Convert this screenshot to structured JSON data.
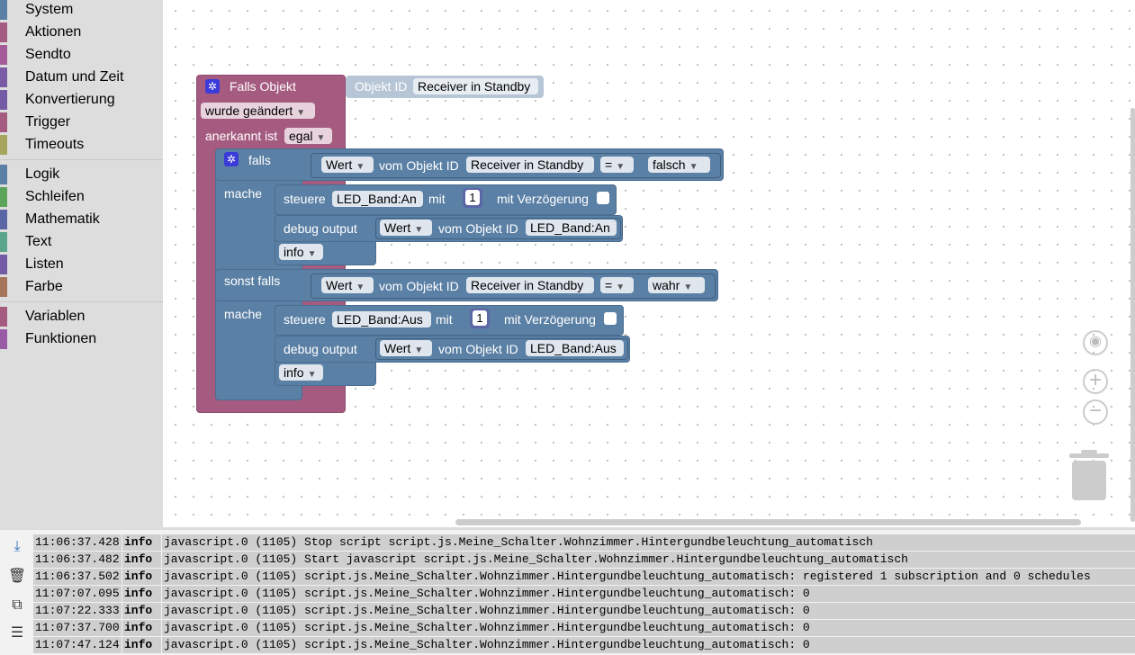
{
  "toolbox": {
    "categories": [
      {
        "label": "System",
        "color": "#5b80a5"
      },
      {
        "label": "Aktionen",
        "color": "#a55b80"
      },
      {
        "label": "Sendto",
        "color": "#a55b99"
      },
      {
        "label": "Datum und Zeit",
        "color": "#7a5ba5"
      },
      {
        "label": "Konvertierung",
        "color": "#745ba5"
      },
      {
        "label": "Trigger",
        "color": "#a55b80"
      },
      {
        "label": "Timeouts",
        "color": "#a5a55b"
      },
      {
        "label": "Logik",
        "color": "#5b80a5"
      },
      {
        "label": "Schleifen",
        "color": "#5ba55b"
      },
      {
        "label": "Mathematik",
        "color": "#5b67a5"
      },
      {
        "label": "Text",
        "color": "#5ba58c"
      },
      {
        "label": "Listen",
        "color": "#745ba5"
      },
      {
        "label": "Farbe",
        "color": "#a5745b"
      },
      {
        "label": "Variablen",
        "color": "#a55b80"
      },
      {
        "label": "Funktionen",
        "color": "#995ba5"
      }
    ]
  },
  "workspace": {
    "trigger": {
      "title": "Falls Objekt",
      "objekt_id_label": "Objekt ID",
      "objekt_id_value": "Receiver in Standby",
      "mode": "wurde geändert",
      "ack_label": "anerkannt ist",
      "ack_value": "egal"
    },
    "if_block": {
      "falls": "falls",
      "mache": "mache",
      "sonst_falls": "sonst falls",
      "mache2": "mache",
      "cond1": {
        "prop": "Wert",
        "from": "vom Objekt ID",
        "obj": "Receiver in Standby",
        "op": "=",
        "val": "falsch"
      },
      "cond2": {
        "prop": "Wert",
        "from": "vom Objekt ID",
        "obj": "Receiver in Standby",
        "op": "=",
        "val": "wahr"
      },
      "ctrl1": {
        "label": "steuere",
        "obj": "LED_Band:An",
        "mit": "mit",
        "num": "1",
        "delay": "mit Verzögerung"
      },
      "debug1": {
        "label": "debug output",
        "prop": "Wert",
        "from": "vom Objekt ID",
        "obj": "LED_Band:An",
        "level": "info"
      },
      "ctrl2": {
        "label": "steuere",
        "obj": "LED_Band:Aus",
        "mit": "mit",
        "num": "1",
        "delay": "mit Verzögerung"
      },
      "debug2": {
        "label": "debug output",
        "prop": "Wert",
        "from": "vom Objekt ID",
        "obj": "LED_Band:Aus",
        "level": "info"
      }
    }
  },
  "log": {
    "rows": [
      {
        "ts": "11:06:37.428",
        "level": "info",
        "msg": "javascript.0 (1105) Stop script script.js.Meine_Schalter.Wohnzimmer.Hintergundbeleuchtung_automatisch"
      },
      {
        "ts": "11:06:37.482",
        "level": "info",
        "msg": "javascript.0 (1105) Start javascript script.js.Meine_Schalter.Wohnzimmer.Hintergundbeleuchtung_automatisch"
      },
      {
        "ts": "11:06:37.502",
        "level": "info",
        "msg": "javascript.0 (1105) script.js.Meine_Schalter.Wohnzimmer.Hintergundbeleuchtung_automatisch: registered 1 subscription and 0 schedules"
      },
      {
        "ts": "11:07:07.095",
        "level": "info",
        "msg": "javascript.0 (1105) script.js.Meine_Schalter.Wohnzimmer.Hintergundbeleuchtung_automatisch: 0"
      },
      {
        "ts": "11:07:22.333",
        "level": "info",
        "msg": "javascript.0 (1105) script.js.Meine_Schalter.Wohnzimmer.Hintergundbeleuchtung_automatisch: 0"
      },
      {
        "ts": "11:07:37.700",
        "level": "info",
        "msg": "javascript.0 (1105) script.js.Meine_Schalter.Wohnzimmer.Hintergundbeleuchtung_automatisch: 0"
      },
      {
        "ts": "11:07:47.124",
        "level": "info",
        "msg": "javascript.0 (1105) script.js.Meine_Schalter.Wohnzimmer.Hintergundbeleuchtung_automatisch: 0"
      }
    ]
  }
}
